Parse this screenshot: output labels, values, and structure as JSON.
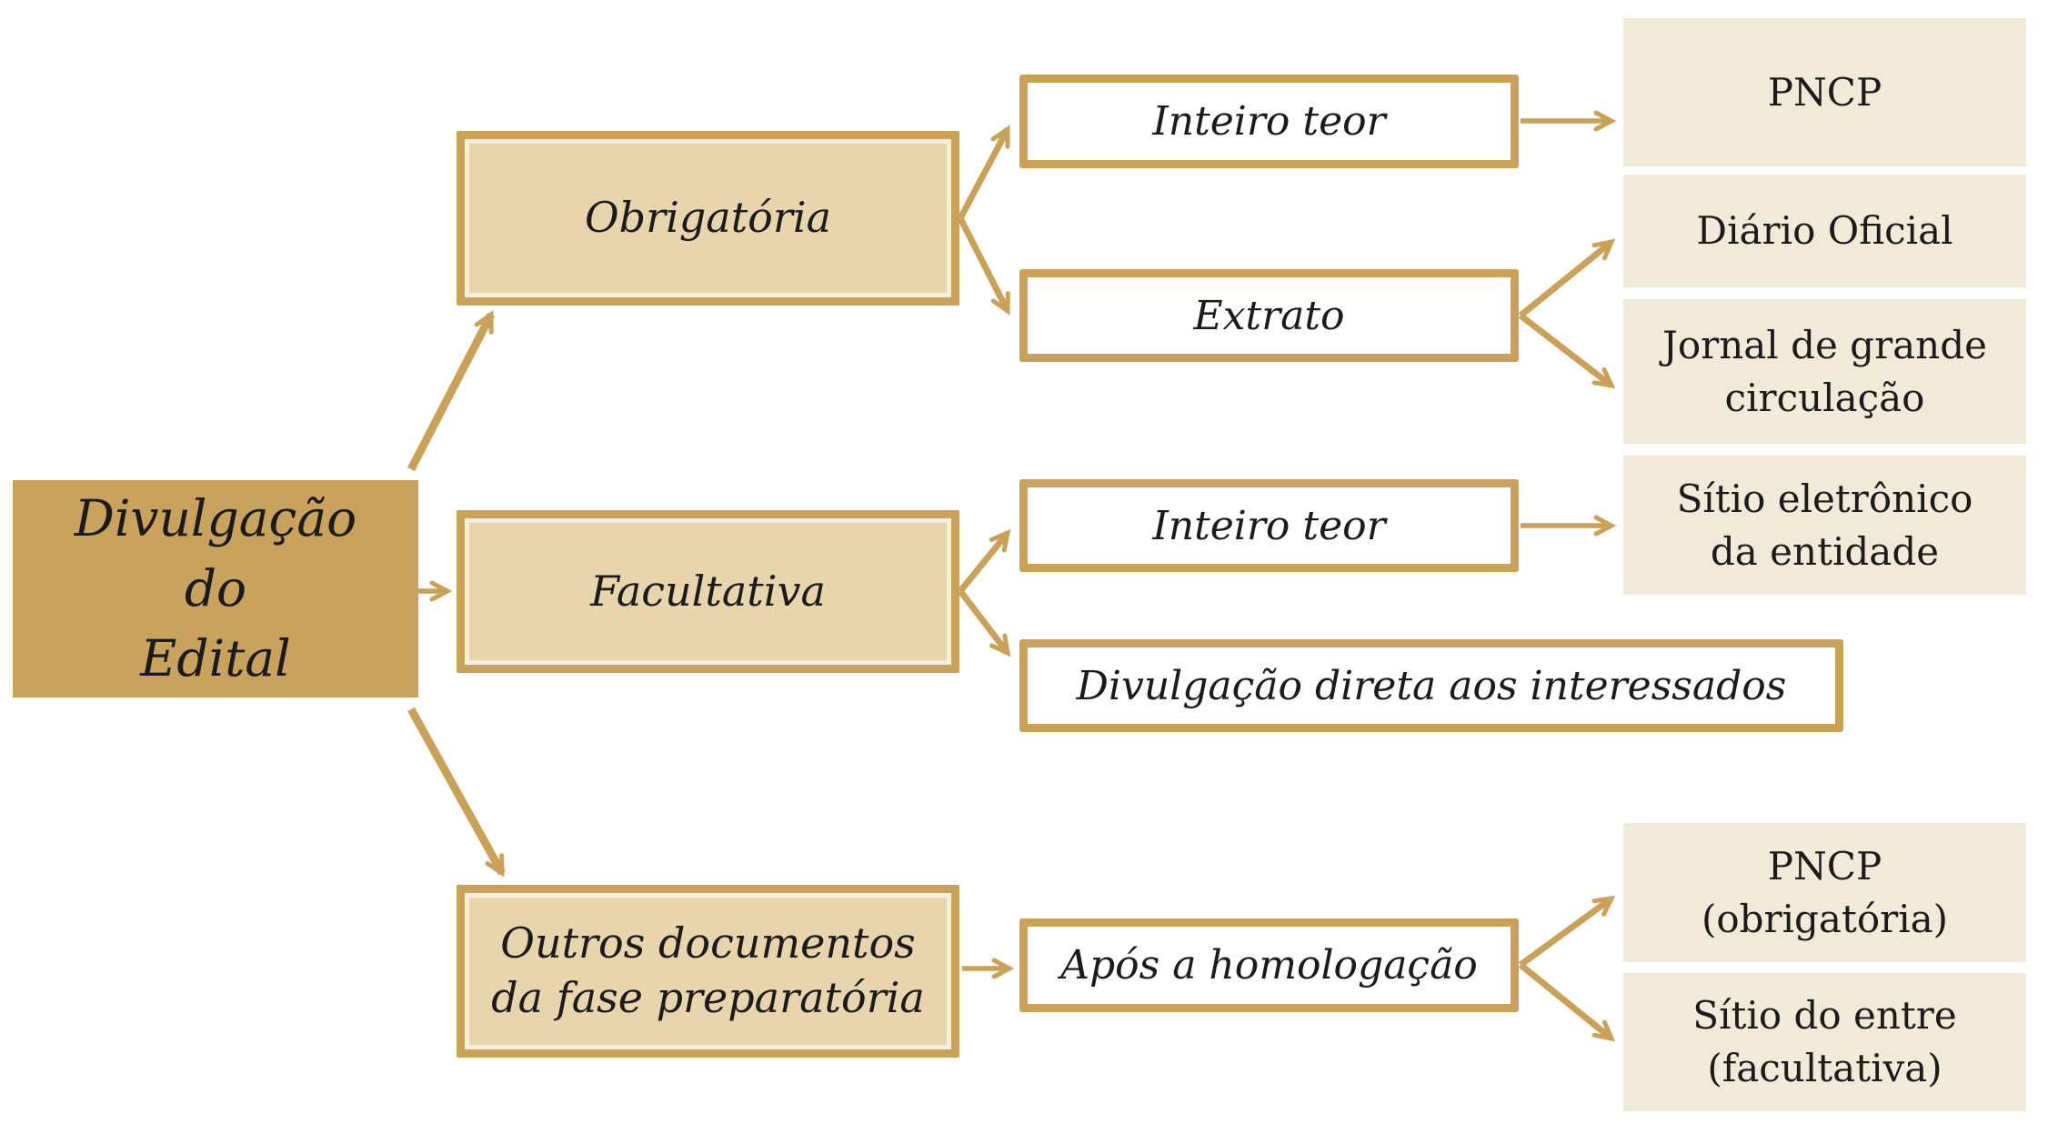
{
  "colors": {
    "gold": "#c9a158",
    "root_fill": "#c9a35e",
    "branch_fill": "#e8d5ae",
    "leaf_fill": "#f2ead9",
    "text": "#1b1b1b"
  },
  "nodes": {
    "root": {
      "label": [
        "Divulgação",
        "do",
        "Edital"
      ]
    },
    "obrigatoria": {
      "label": "Obrigatória"
    },
    "inteiro_teor_obrigatoria": {
      "label": "Inteiro teor"
    },
    "pncp": {
      "label": "PNCP"
    },
    "extrato": {
      "label": "Extrato"
    },
    "diario_oficial": {
      "label": "Diário Oficial"
    },
    "jornal_grande_circulacao": {
      "label": [
        "Jornal de grande",
        "circulação"
      ]
    },
    "facultativa": {
      "label": "Facultativa"
    },
    "inteiro_teor_facultativa": {
      "label": "Inteiro teor"
    },
    "sitio_eletronico_entidade": {
      "label": [
        "Sítio eletrônico",
        "da entidade"
      ]
    },
    "divulgacao_direta": {
      "label": "Divulgação direta aos interessados"
    },
    "outros_documentos": {
      "label": [
        "Outros documentos",
        "da fase preparatória"
      ]
    },
    "apos_homologacao": {
      "label": "Após a homologação"
    },
    "pncp_obrigatoria": {
      "label": [
        "PNCP",
        "(obrigatória)"
      ]
    },
    "sitio_do_entre_facultativa": {
      "label": [
        "Sítio do entre",
        "(facultativa)"
      ]
    }
  }
}
